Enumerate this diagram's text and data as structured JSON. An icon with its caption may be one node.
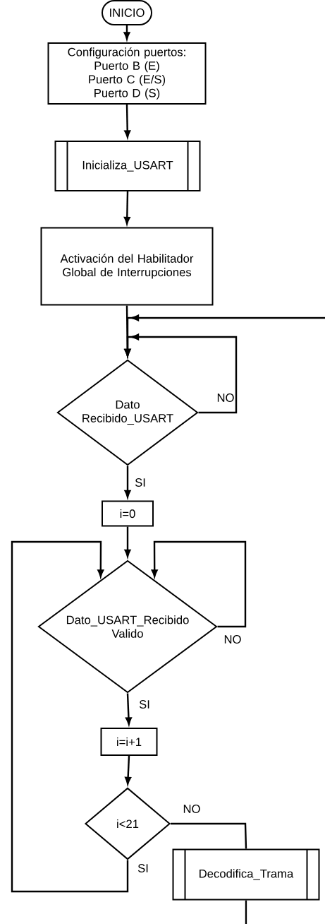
{
  "diagram": {
    "nodes": [
      {
        "text": [
          "INICIO"
        ]
      },
      {
        "text": [
          "Configuración puertos:",
          "Puerto B (E)",
          "Puerto C (E/S)",
          "Puerto D (S)"
        ]
      },
      {
        "text": [
          "Inicializa_USART"
        ]
      },
      {
        "text": [
          "Activación del Habilitador Global de Interrupciones"
        ]
      },
      {
        "text": [
          "Dato Recibido_USART"
        ]
      },
      {
        "text": [
          "i=0"
        ]
      },
      {
        "text": [
          "Dato_USART_Recibido Valido"
        ]
      },
      {
        "text": [
          "i=i+1"
        ]
      },
      {
        "text": [
          "i<21"
        ]
      },
      {
        "text": [
          "Decodifica_Trama"
        ]
      }
    ],
    "edges": [
      {
        "from": 0,
        "to": 1,
        "arrow": "to"
      },
      {
        "from": 1,
        "to": 2,
        "arrow": "to"
      },
      {
        "from": 2,
        "to": 3,
        "arrow": "to"
      },
      {
        "from": 3,
        "to": 4,
        "arrow": "to"
      },
      {
        "from": null,
        "to": 4,
        "arrow": "to"
      },
      {
        "from": 4,
        "to": 4,
        "label": "NO",
        "arrow": "to"
      },
      {
        "from": 4,
        "to": 5,
        "label": "SI",
        "arrow": "to"
      },
      {
        "from": 5,
        "to": 6,
        "arrow": "to"
      },
      {
        "from": 6,
        "to": 6,
        "label": "NO",
        "arrow": "to"
      },
      {
        "from": 6,
        "to": 7,
        "label": "SI",
        "arrow": "to"
      },
      {
        "from": 7,
        "to": 8,
        "arrow": "to"
      },
      {
        "from": 8,
        "to": 6,
        "label": "SI",
        "arrow": "to"
      },
      {
        "from": 8,
        "to": 9,
        "label": "NO",
        "arrow": "none"
      },
      {
        "from": 9,
        "to": null,
        "arrow": "none"
      }
    ]
  }
}
